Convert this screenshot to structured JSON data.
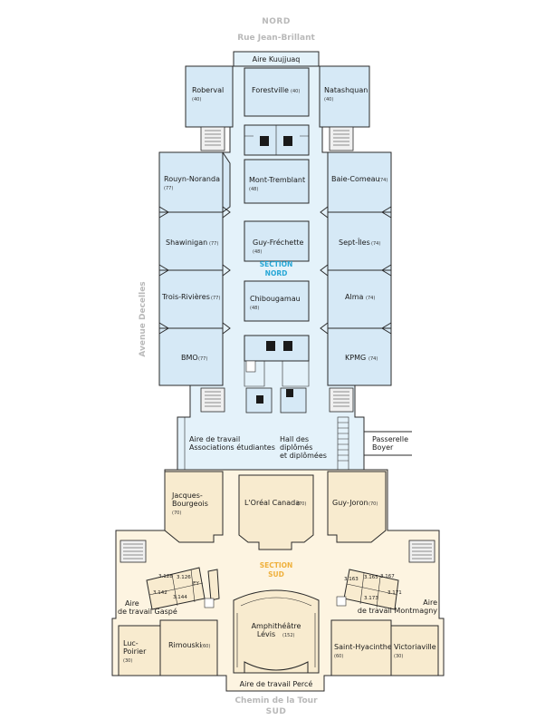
{
  "compass": {
    "north": "NORD",
    "south": "SUD"
  },
  "streets": {
    "top": "Rue Jean-Brillant",
    "left": "Avenue Decelles",
    "bottom": "Chemin de la Tour"
  },
  "sections": {
    "north": [
      "SECTION",
      "NORD"
    ],
    "south": [
      "SECTION",
      "SUD"
    ]
  },
  "north_rooms": {
    "kuujjuaq": "Aire Kuujjuaq",
    "roberval": {
      "name": "Roberval",
      "cap": "(40)"
    },
    "forestville": {
      "name": "Forestville",
      "cap": "(40)"
    },
    "natashquan": {
      "name": "Natashquan",
      "cap": "(40)"
    },
    "rouyn": {
      "name": "Rouyn-Noranda",
      "cap": "(77)"
    },
    "mont": {
      "name": "Mont-Tremblant",
      "cap": "(48)"
    },
    "baie": {
      "name": "Baie-Comeau",
      "cap": "(74)"
    },
    "shawinigan": {
      "name": "Shawinigan",
      "cap": "(77)"
    },
    "guy": {
      "name": "Guy-Fréchette",
      "cap": "(48)"
    },
    "sept": {
      "name": "Sept-Îles",
      "cap": "(74)"
    },
    "trois": {
      "name": "Trois-Rivières",
      "cap": "(77)"
    },
    "chibougamau": {
      "name": "Chibougamau",
      "cap": "(48)"
    },
    "alma": {
      "name": "Alma",
      "cap": "(74)"
    },
    "bmo": {
      "name": "BMO",
      "cap": "(77)"
    },
    "kpmg": {
      "name": "KPMG",
      "cap": "(74)"
    }
  },
  "middle": {
    "assoc": [
      "Aire de travail",
      "Associations étudiantes"
    ],
    "hall": [
      "Hall des",
      "diplômés",
      "et diplômées"
    ],
    "passerelle": [
      "Passerelle",
      "Boyer"
    ]
  },
  "south_rooms": {
    "jacques": {
      "name": [
        "Jacques-",
        "Bourgeois"
      ],
      "cap": "(70)"
    },
    "loreal": {
      "name": "L'Oréal Canada",
      "cap": "(70)"
    },
    "joron": {
      "name": "Guy-Joron",
      "cap": "(70)"
    },
    "gaspe": [
      "Aire",
      "de travail Gaspé"
    ],
    "montmagny": [
      "Aire",
      "de travail Montmagny"
    ],
    "amphi": {
      "name": [
        "Amphithéâtre",
        "Lévis"
      ],
      "cap": "(152)"
    },
    "lucpoirier": {
      "name": [
        "Luc-",
        "Poirier"
      ],
      "cap": "(30)"
    },
    "rimouski": {
      "name": "Rimouski",
      "cap": "(60)"
    },
    "sthyacinthe": {
      "name": "Saint-Hyacinthe",
      "cap": "(60)"
    },
    "victoriaville": {
      "name": "Victoriaville",
      "cap": "(30)"
    },
    "perce": "Aire de travail Percé",
    "offices_left": [
      "3.128",
      "3.126",
      "EY",
      "3.142",
      "3.144"
    ],
    "offices_right": [
      "3.163",
      "3.165",
      "3.167",
      "3.173",
      "3.171"
    ]
  },
  "colors": {
    "north": "#d6e9f6",
    "south": "#f8ebcf",
    "north_label": "#27a7d6",
    "south_label": "#efb03c",
    "street": "#b9b9b9"
  }
}
